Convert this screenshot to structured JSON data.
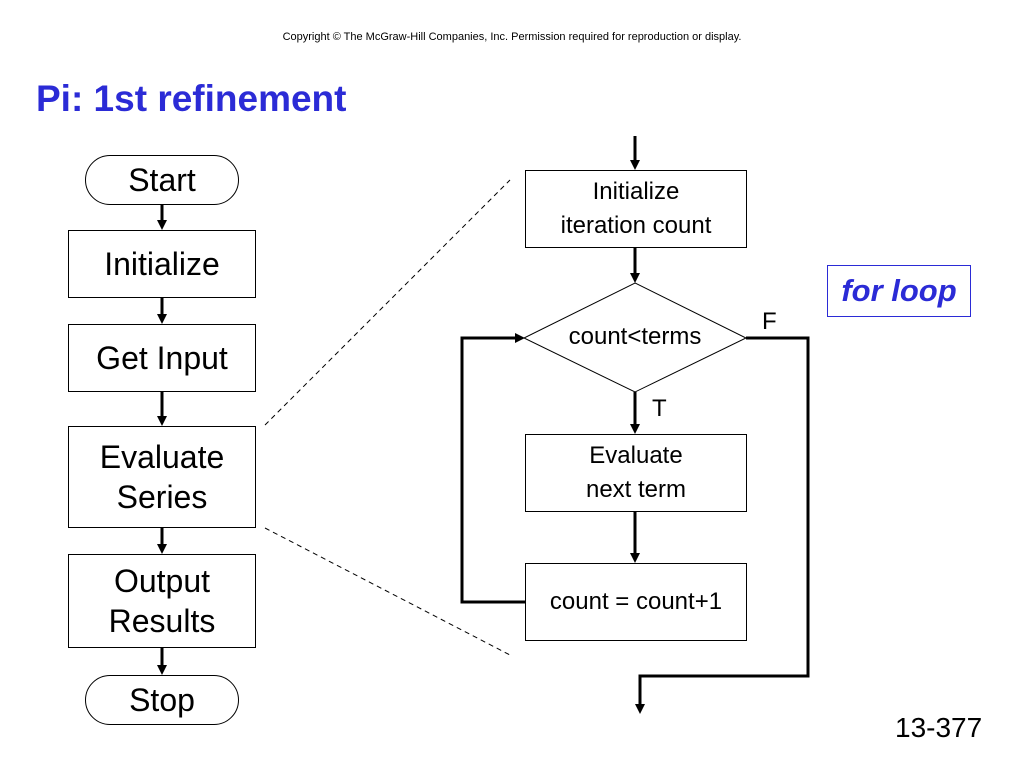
{
  "header": {
    "copyright": "Copyright © The McGraw-Hill Companies, Inc. Permission required for reproduction or display.",
    "title": "Pi: 1st refinement",
    "slide_number": "13-377"
  },
  "main_flow": {
    "start": "Start",
    "initialize": "Initialize",
    "get_input": "Get Input",
    "evaluate_series": "Evaluate\nSeries",
    "output_results": "Output\nResults",
    "stop": "Stop"
  },
  "loop_flow": {
    "init_count": "Initialize\niteration count",
    "condition": "count<terms",
    "evaluate_term": "Evaluate\nnext term",
    "increment": "count = count+1",
    "true_label": "T",
    "false_label": "F"
  },
  "annotation": {
    "for_loop": "for loop"
  },
  "colors": {
    "accent": "#2b2bd6",
    "line": "#000000"
  }
}
